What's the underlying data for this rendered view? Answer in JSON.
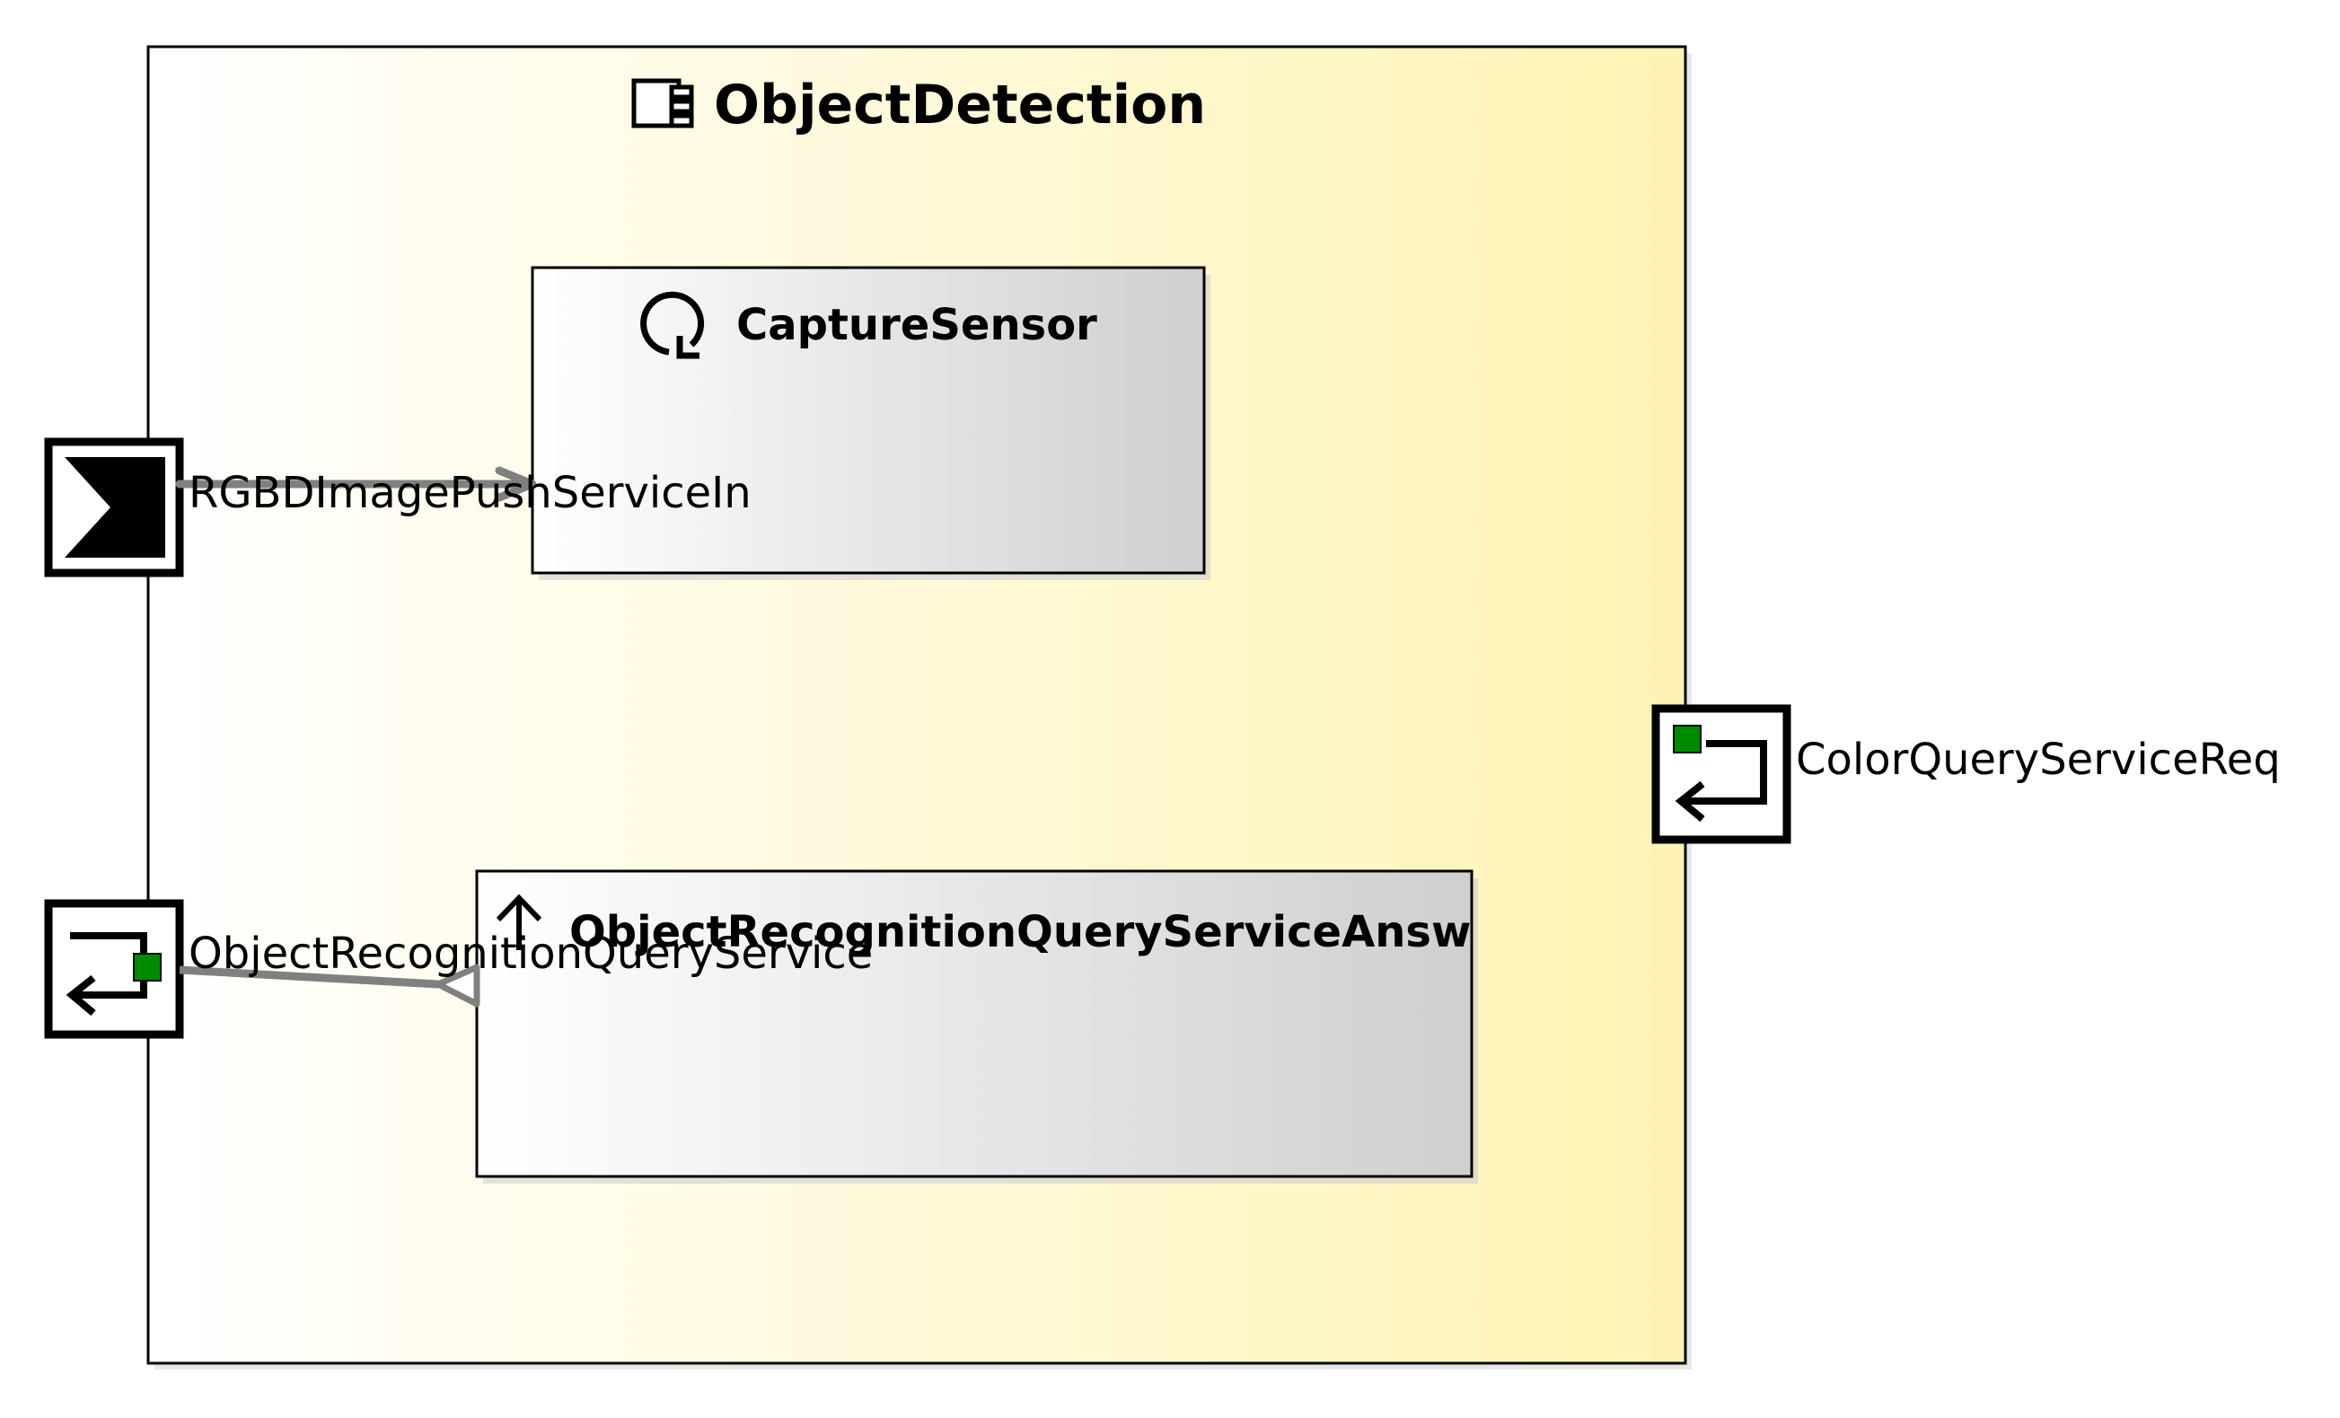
{
  "component": {
    "name": "ObjectDetection",
    "icon": "component-icon"
  },
  "tasks": [
    {
      "name": "CaptureSensor",
      "icon": "task-cycle-icon"
    },
    {
      "name": "ObjectRecognitionQueryServiceAnsw",
      "icon": "up-arrow-icon"
    }
  ],
  "ports": {
    "rgbd_push_in": {
      "label": "RGBDImagePushServiceIn",
      "icon": "push-input-port-icon"
    },
    "object_recognition_query": {
      "label": "ObjectRecognitionQueryService",
      "icon": "query-answer-port-icon"
    },
    "color_query_req": {
      "label": "ColorQueryServiceReq",
      "icon": "query-request-port-icon"
    }
  },
  "colors": {
    "component_gradient_start": "#ffffff",
    "component_gradient_end": "#fff3b3",
    "task_gradient_start": "#ffffff",
    "task_gradient_end": "#cfcfcf",
    "connector": "#808080",
    "port_indicator": "#008a00",
    "outline": "#000000"
  }
}
